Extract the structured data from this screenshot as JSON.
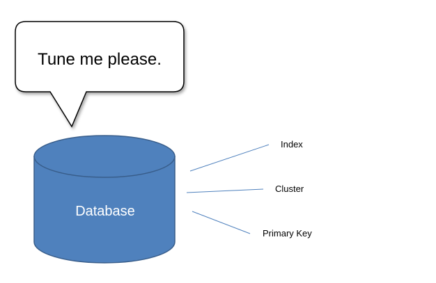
{
  "speech_bubble": {
    "text": "Tune me please."
  },
  "database": {
    "label": "Database"
  },
  "connections": [
    {
      "label": "Index"
    },
    {
      "label": "Cluster"
    },
    {
      "label": "Primary Key"
    }
  ],
  "colors": {
    "database_fill": "#4f81bd",
    "database_stroke": "#385d8a",
    "connector_line": "#4f81bd",
    "bubble_stroke": "#000000",
    "bubble_fill": "#ffffff"
  }
}
